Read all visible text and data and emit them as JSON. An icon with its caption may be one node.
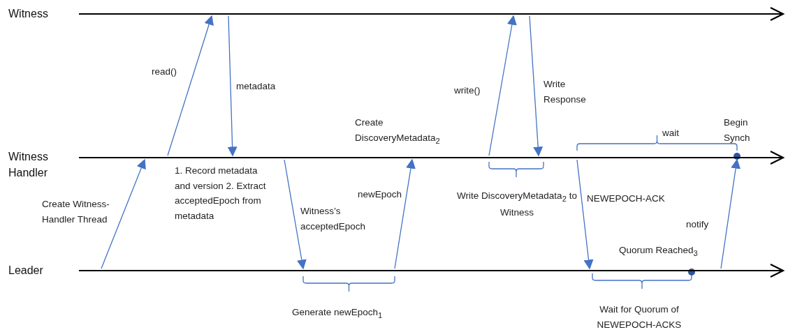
{
  "diagram": {
    "nodes": [
      {
        "text": [
          "Witness"
        ]
      },
      {
        "text": [
          "Witness Handler"
        ]
      },
      {
        "text": [
          "Leader"
        ]
      }
    ],
    "edges": [
      {
        "from": 2,
        "to": 1,
        "arrow": "to",
        "label": "Create Witness-Handler Thread"
      },
      {
        "from": 1,
        "to": 0,
        "arrow": "to",
        "label": "read()"
      },
      {
        "from": 0,
        "to": 1,
        "arrow": "to",
        "label": "metadata"
      },
      {
        "from": 1,
        "to": 2,
        "arrow": "to",
        "label": "Witness’s acceptedEpoch"
      },
      {
        "from": 2,
        "to": 1,
        "arrow": "to",
        "label": "newEpoch"
      },
      {
        "from": 1,
        "to": 0,
        "arrow": "to",
        "label": "write()"
      },
      {
        "from": 0,
        "to": 1,
        "arrow": "to",
        "label": "Write Response"
      },
      {
        "from": 1,
        "to": 2,
        "arrow": "to",
        "label": "NEWEPOCH-ACK"
      },
      {
        "from": 2,
        "to": 1,
        "arrow": "to",
        "label": "notify"
      }
    ],
    "labels": [
      "Create DiscoveryMetadata$_{2}$",
      "wait",
      "Begin Synch",
      "1. Record metadata and version 2. Extract acceptedEpoch from metadata",
      "Write DiscoveryMetadata$_{2}$ to Witness",
      "Quorum Reached$_{3}$",
      "Generate newEpoch$_{1}$",
      "Wait for Quorum of NEWEPOCH-ACKS"
    ]
  }
}
